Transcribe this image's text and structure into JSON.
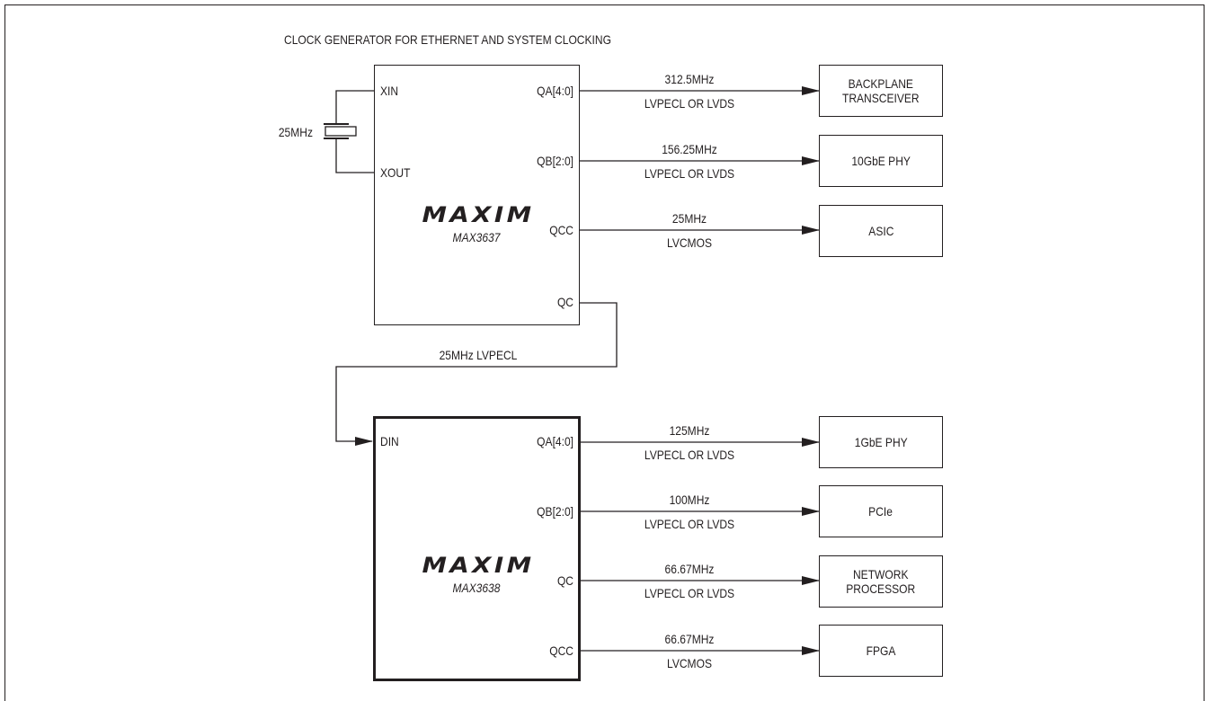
{
  "title": "CLOCK GENERATOR FOR ETHERNET AND SYSTEM CLOCKING",
  "crystal": {
    "label": "25MHz"
  },
  "chip1": {
    "logo": "MAXIM",
    "part": "MAX3637",
    "pins": {
      "xin": "XIN",
      "xout": "XOUT",
      "qa": "QA[4:0]",
      "qb": "QB[2:0]",
      "qcc": "QCC",
      "qc": "QC"
    }
  },
  "chip2": {
    "logo": "MAXIM",
    "part": "MAX3638",
    "pins": {
      "din": "DIN",
      "qa": "QA[4:0]",
      "qb": "QB[2:0]",
      "qc": "QC",
      "qcc": "QCC"
    }
  },
  "link": {
    "label": "25MHz LVPECL"
  },
  "outputs1": [
    {
      "freq": "312.5MHz",
      "std": "LVPECL OR LVDS",
      "dest": "BACKPLANE\nTRANSCEIVER"
    },
    {
      "freq": "156.25MHz",
      "std": "LVPECL OR LVDS",
      "dest": "10GbE PHY"
    },
    {
      "freq": "25MHz",
      "std": "LVCMOS",
      "dest": "ASIC"
    }
  ],
  "outputs2": [
    {
      "freq": "125MHz",
      "std": "LVPECL OR LVDS",
      "dest": "1GbE PHY"
    },
    {
      "freq": "100MHz",
      "std": "LVPECL OR LVDS",
      "dest": "PCIe"
    },
    {
      "freq": "66.67MHz",
      "std": "LVPECL OR LVDS",
      "dest": "NETWORK\nPROCESSOR"
    },
    {
      "freq": "66.67MHz",
      "std": "LVCMOS",
      "dest": "FPGA"
    }
  ]
}
